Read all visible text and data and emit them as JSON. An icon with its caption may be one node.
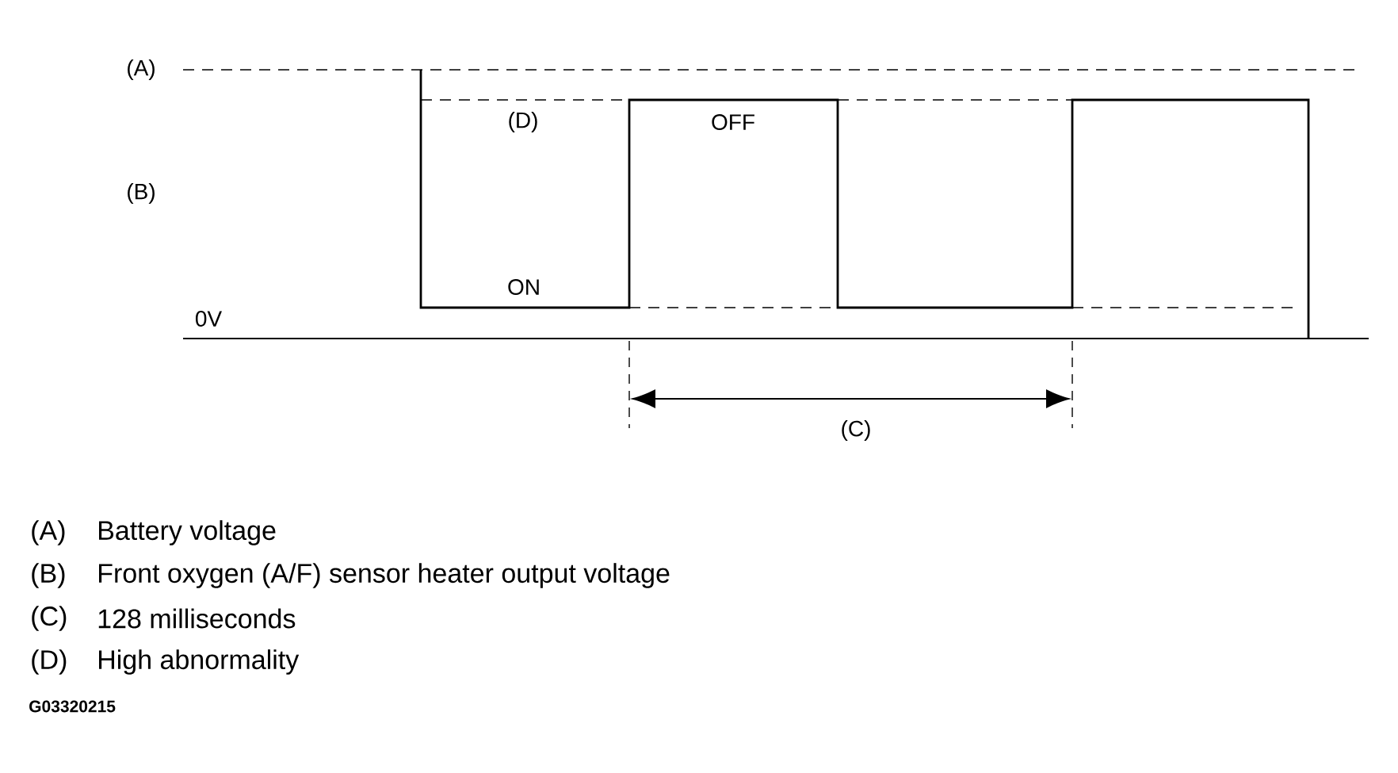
{
  "diagram": {
    "labels": [
      "(A)",
      "(D)",
      "OFF",
      "(B)",
      "ON",
      "0V",
      "(C)",
      "(A)",
      "Battery voltage",
      "(B)",
      "Front oxygen (A/F) sensor heater output voltage",
      "(C)",
      "128 milliseconds",
      "(D)",
      "High abnormality",
      "G03320215"
    ]
  }
}
